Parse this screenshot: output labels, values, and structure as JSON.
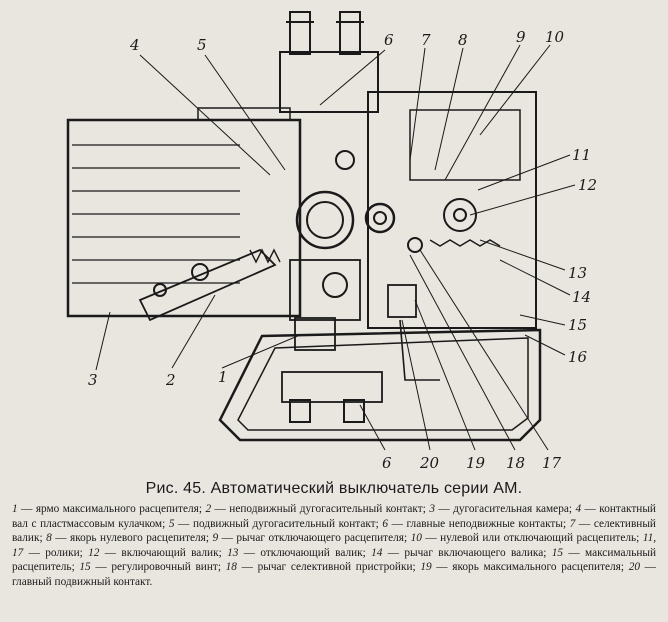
{
  "figure": {
    "labels": [
      {
        "id": "1",
        "text": "1"
      },
      {
        "id": "2",
        "text": "2"
      },
      {
        "id": "3",
        "text": "3"
      },
      {
        "id": "4",
        "text": "4"
      },
      {
        "id": "5",
        "text": "5"
      },
      {
        "id": "6a",
        "text": "6"
      },
      {
        "id": "6b",
        "text": "6"
      },
      {
        "id": "7",
        "text": "7"
      },
      {
        "id": "8",
        "text": "8"
      },
      {
        "id": "9",
        "text": "9"
      },
      {
        "id": "10",
        "text": "10"
      },
      {
        "id": "11",
        "text": "11"
      },
      {
        "id": "12",
        "text": "12"
      },
      {
        "id": "13",
        "text": "13"
      },
      {
        "id": "14",
        "text": "14"
      },
      {
        "id": "15",
        "text": "15"
      },
      {
        "id": "16",
        "text": "16"
      },
      {
        "id": "17",
        "text": "17"
      },
      {
        "id": "18",
        "text": "18"
      },
      {
        "id": "19",
        "text": "19"
      },
      {
        "id": "20",
        "text": "20"
      }
    ]
  },
  "caption": {
    "title": "Рис. 45. Автоматический выключатель серии АМ."
  },
  "legend": [
    {
      "num": "1",
      "text": "ярмо максимального расцепителя;"
    },
    {
      "num": "2",
      "text": "неподвижный дугогасительный контакт;"
    },
    {
      "num": "3",
      "text": "дугогасительная камера;"
    },
    {
      "num": "4",
      "text": "контактный вал с пластмассовым кулачком;"
    },
    {
      "num": "5",
      "text": "подвижный дугогасительный контакт;"
    },
    {
      "num": "6",
      "text": "главные неподвижные контакты;"
    },
    {
      "num": "7",
      "text": "селективный валик;"
    },
    {
      "num": "8",
      "text": "якорь нулевого расцепителя;"
    },
    {
      "num": "9",
      "text": "рычаг отключающего расцепителя;"
    },
    {
      "num": "10",
      "text": "нулевой или отключающий расцепитель;"
    },
    {
      "num": "11, 17",
      "text": "ролики;"
    },
    {
      "num": "12",
      "text": "включающий валик;"
    },
    {
      "num": "13",
      "text": "отключающий валик;"
    },
    {
      "num": "14",
      "text": "рычаг включающего валика;"
    },
    {
      "num": "15",
      "text": "максимальный расцепитель;"
    },
    {
      "num": "15",
      "text": "регулировочный винт;"
    },
    {
      "num": "18",
      "text": "рычаг селективной пристройки;"
    },
    {
      "num": "19",
      "text": "якорь максимального расцепителя;"
    },
    {
      "num": "20",
      "text": "главный подвижный контакт."
    }
  ]
}
